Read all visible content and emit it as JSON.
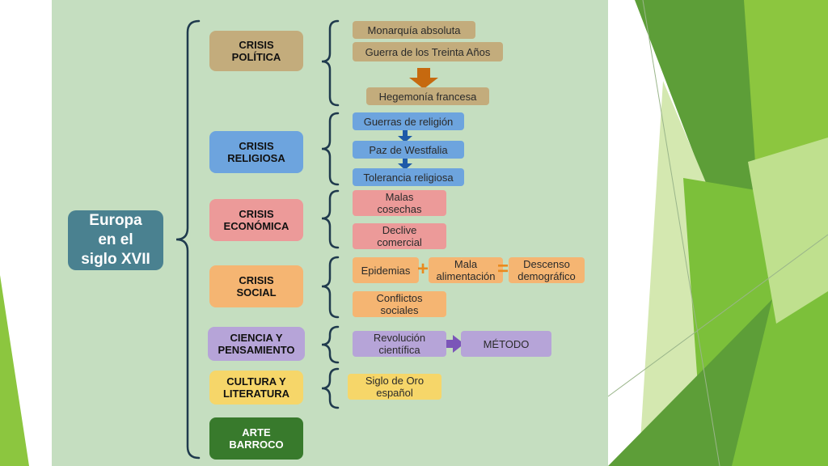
{
  "main": {
    "label": "Europa\nen el\nsiglo XVII",
    "color": "#4a8190"
  },
  "categories": [
    {
      "label": "CRISIS\nPOLÍTICA",
      "color": "#c3ac7c"
    },
    {
      "label": "CRISIS\nRELIGIOSA",
      "color": "#6da4de"
    },
    {
      "label": "CRISIS\nECONÓMICA",
      "color": "#ec9a99"
    },
    {
      "label": "CRISIS\nSOCIAL",
      "color": "#f5b572"
    },
    {
      "label": "CIENCIA Y\nPENSAMIENTO",
      "color": "#b6a4d8"
    },
    {
      "label": "CULTURA Y\nLITERATURA",
      "color": "#f6d669"
    },
    {
      "label": "ARTE\nBARROCO",
      "color": "#387a2c",
      "text_color": "#ffffff"
    }
  ],
  "items": {
    "politica": [
      "Monarquía absoluta",
      "Guerra de los Treinta Años",
      "Hegemonía francesa"
    ],
    "religiosa": [
      "Guerras de religión",
      "Paz de Westfalia",
      "Tolerancia religiosa"
    ],
    "economica": [
      "Malas\ncosechas",
      "Declive\ncomercial"
    ],
    "social": [
      "Epidemias",
      "Mala\nalimentación",
      "Descenso\ndemográfico",
      "Conflictos\nsociales"
    ],
    "ciencia": [
      "Revolución\ncientífica",
      "MÉTODO"
    ],
    "cultura": [
      "Siglo de Oro\nespañol"
    ]
  },
  "operators": {
    "plus": "+",
    "equals": "="
  },
  "colors": {
    "diagram_bg": "#c5dec0",
    "brace": "#1f3a4d",
    "arrow_orange": "#c6690f",
    "arrow_blue": "#1e5aa8",
    "arrow_purple": "#7b55b8",
    "op_orange": "#e98a1e",
    "green_dark": "#4e9a2e",
    "green_light": "#8cc63f"
  }
}
